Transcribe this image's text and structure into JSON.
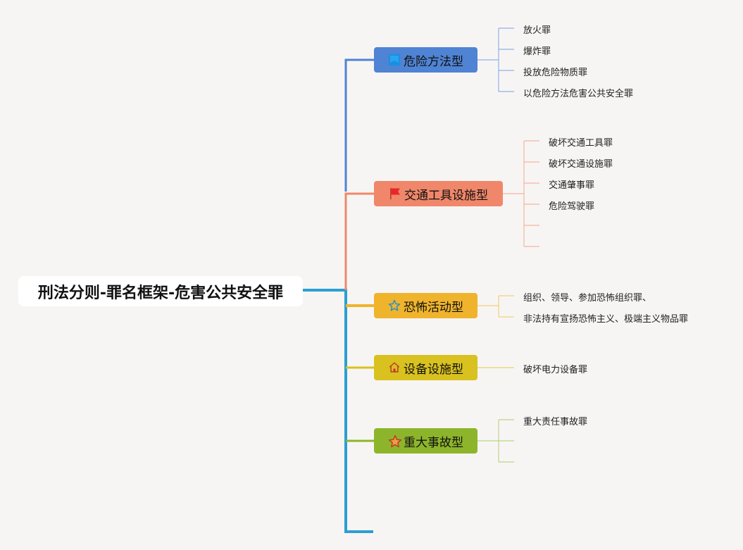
{
  "root": {
    "label": "刑法分则-罪名框架-危害公共安全罪"
  },
  "branches": [
    {
      "label": "危险方法型",
      "icon": "blue-flag-icon",
      "color": "#4f83d4",
      "leaves": [
        "放火罪",
        "爆炸罪",
        "投放危险物质罪",
        "以危险方法危害公共安全罪"
      ]
    },
    {
      "label": "交通工具设施型",
      "icon": "red-flag-icon",
      "color": "#f0876a",
      "leaves": [
        "破坏交通工具罪",
        "破坏交通设施罪",
        "交通肇事罪",
        "危险驾驶罪",
        "",
        ""
      ]
    },
    {
      "label": "恐怖活动型",
      "icon": "star-outline-icon",
      "color": "#efb42c",
      "leaves": [
        "组织、领导、参加恐怖组织罪、",
        "非法持有宣扬恐怖主义、极端主义物品罪"
      ]
    },
    {
      "label": "设备设施型",
      "icon": "house-icon",
      "color": "#d9c11f",
      "leaves": [
        "破坏电力设备罪"
      ]
    },
    {
      "label": "重大事故型",
      "icon": "star-icon",
      "color": "#8db52b",
      "leaves": [
        "重大责任事故罪",
        "",
        ""
      ]
    }
  ],
  "colors": {
    "trunk": "#2b9fd3",
    "background": "#f7f5f4"
  }
}
